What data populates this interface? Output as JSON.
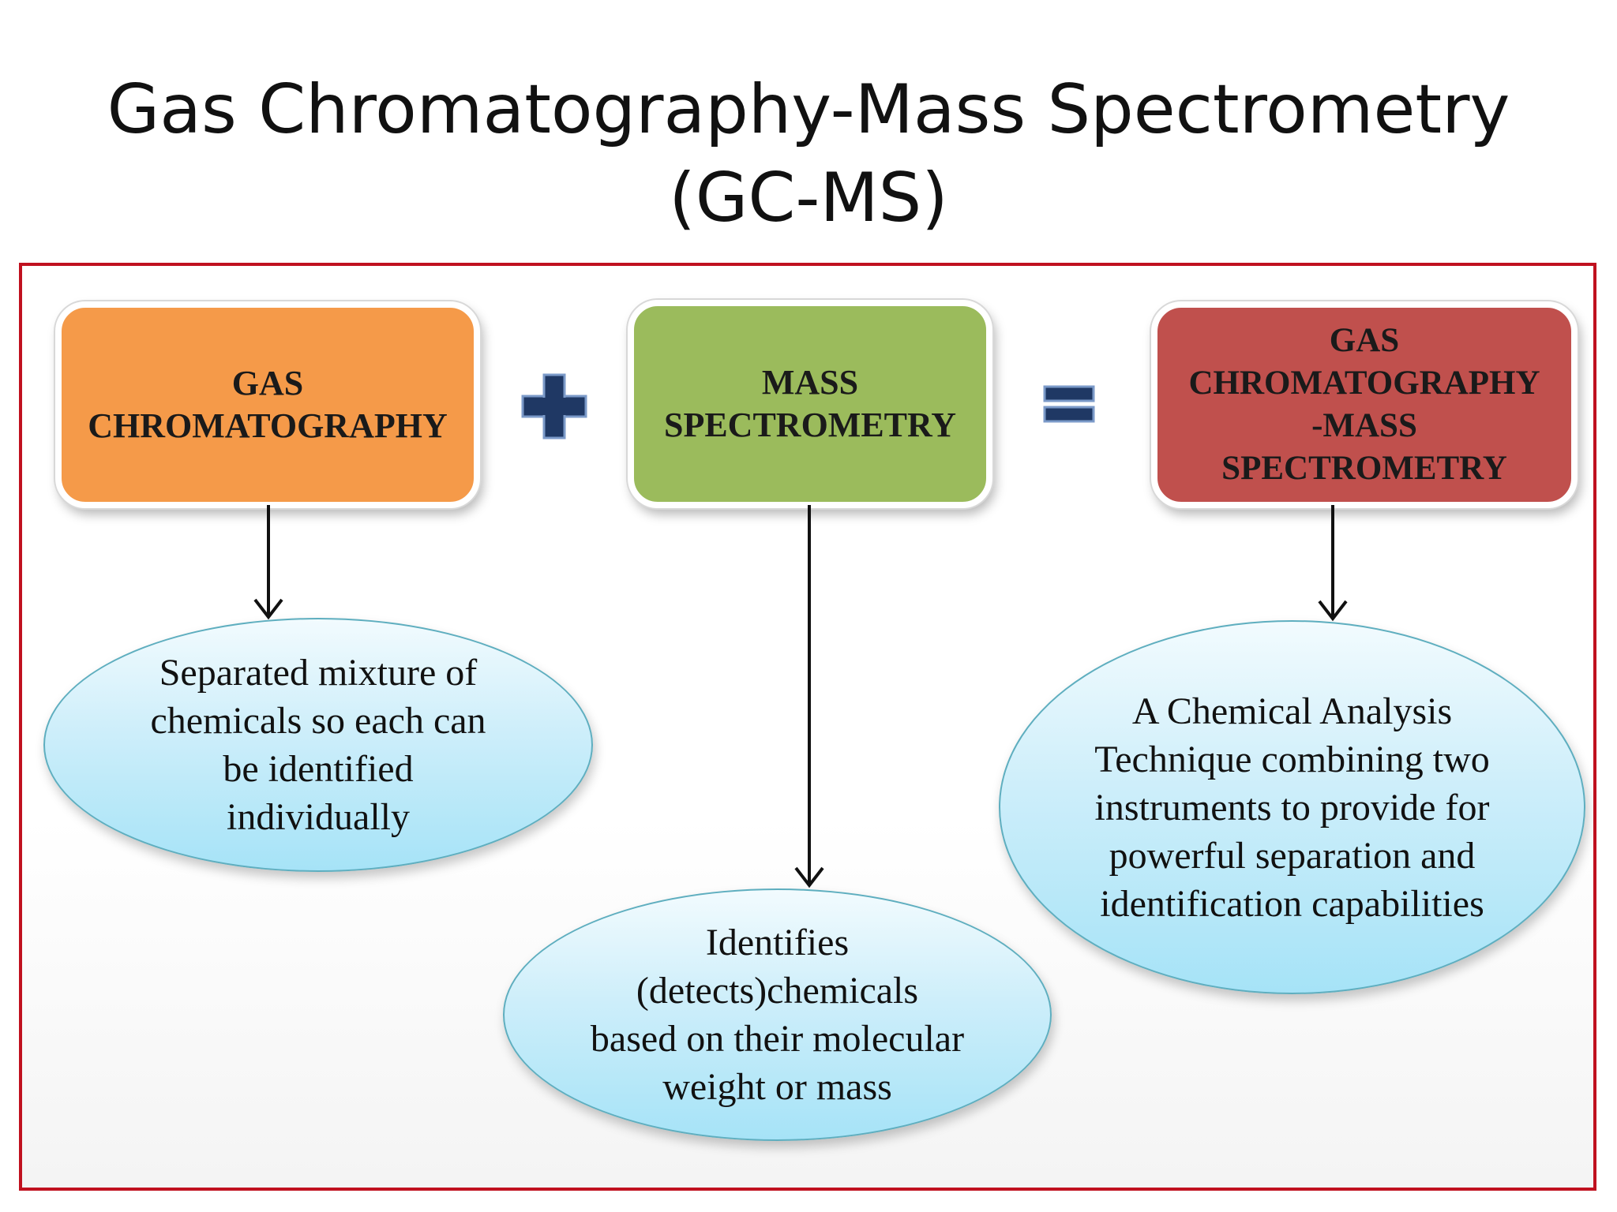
{
  "title": {
    "line1": "Gas Chromatography-Mass Spectrometry",
    "line2": "(GC-MS)"
  },
  "boxes": {
    "gc": "GAS\nCHROMATOGRAPHY",
    "ms": "MASS\nSPECTROMETRY",
    "gcms": "GAS\nCHROMATOGRAPHY\n-MASS\nSPECTROMETRY"
  },
  "descriptions": {
    "gc": "Separated mixture of\nchemicals so each can\nbe identified\nindividually",
    "ms": "Identifies\n(detects)chemicals\nbased on their molecular\nweight or mass",
    "gcms": "A Chemical Analysis\nTechnique combining two\ninstruments to provide for\npowerful separation and\nidentification capabilities"
  },
  "operators": {
    "plus": "plus-icon",
    "equals": "equals-icon"
  },
  "colors": {
    "gc_box": "#f59a49",
    "ms_box": "#9bbb5c",
    "gcms_box": "#c0504d",
    "frame": "#c0111f",
    "operator": "#1f3864"
  }
}
